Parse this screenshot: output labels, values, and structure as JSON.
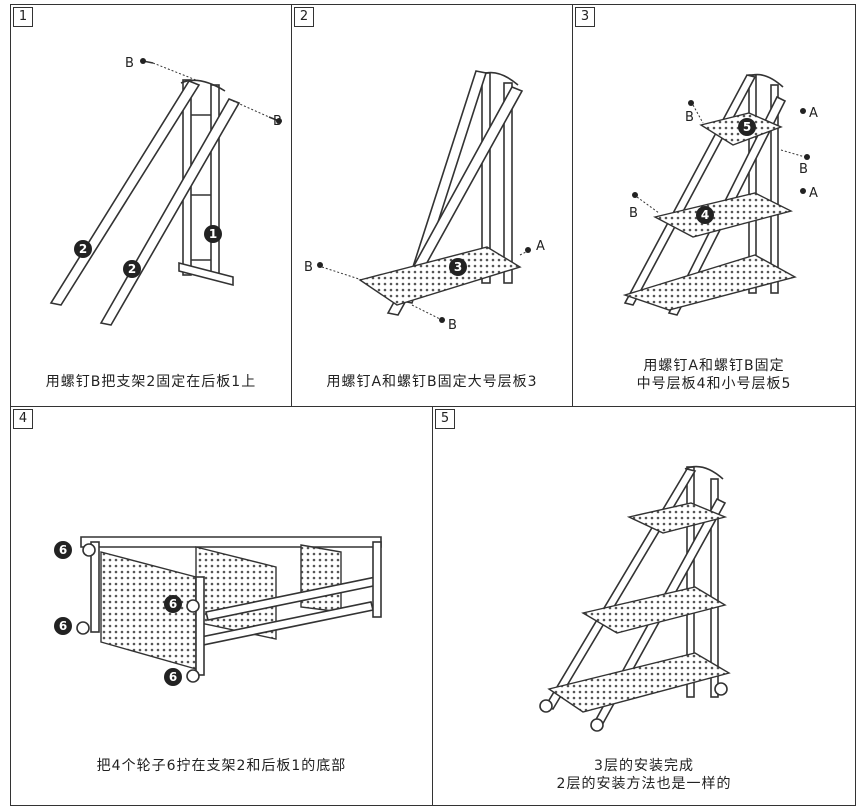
{
  "panels": [
    {
      "number": "1",
      "caption_lines": [
        "用螺钉B把支架2固定在后板1上"
      ]
    },
    {
      "number": "2",
      "caption_lines": [
        "用螺钉A和螺钉B固定大号层板3"
      ]
    },
    {
      "number": "3",
      "caption_lines": [
        "用螺钉A和螺钉B固定",
        "中号层板4和小号层板5"
      ]
    },
    {
      "number": "4",
      "caption_lines": [
        "把4个轮子6拧在支架2和后板1的底部"
      ]
    },
    {
      "number": "5",
      "caption_lines": [
        "3层的安装完成",
        "2层的安装方法也是一样的"
      ]
    }
  ],
  "labels": {
    "screw_a": "A",
    "screw_b": "B"
  },
  "part_badges": {
    "back_panel": "1",
    "bracket": "2",
    "large_shelf": "3",
    "medium_shelf": "4",
    "small_shelf": "5",
    "wheel": "6"
  }
}
